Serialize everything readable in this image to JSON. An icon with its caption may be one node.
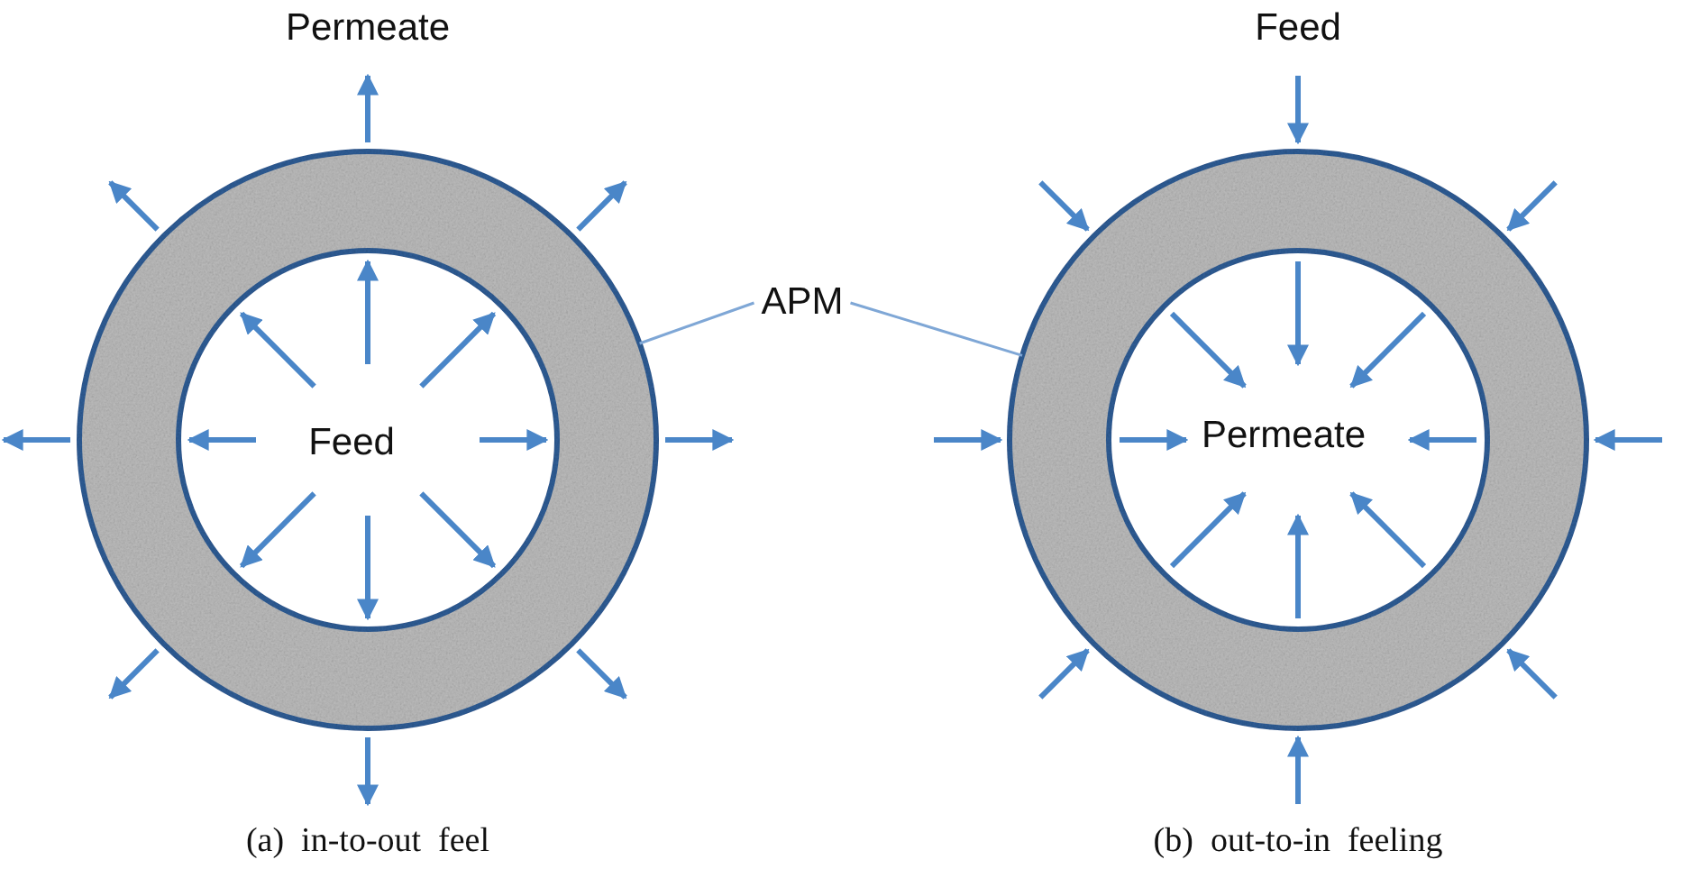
{
  "diagram": {
    "nodes": [
      {
        "text": [],
        "shape": "circle"
      },
      {
        "text": [
          "APM"
        ]
      },
      {
        "text": [],
        "shape": "circle"
      }
    ],
    "edges": [
      {
        "from": 1,
        "to": 0,
        "arrow": "none"
      },
      {
        "from": 1,
        "to": 2,
        "arrow": "none"
      }
    ],
    "labels": [
      "Permeate",
      "Feed",
      "Feed",
      "Permeate",
      "(a)  in-to-out  feel",
      "(b)  out-to-in  feeling"
    ]
  }
}
